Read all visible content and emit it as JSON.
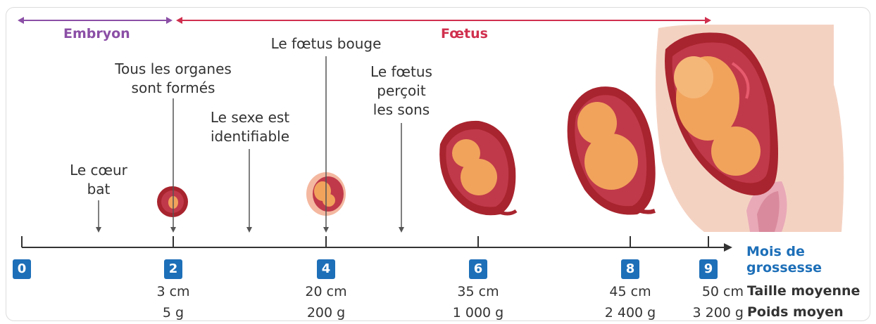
{
  "colors": {
    "embryon": "#8b4fa6",
    "foetus": "#d0304e",
    "axis": "#333333",
    "month_box": "#1d6fb8",
    "axis_title": "#1d6fb8",
    "skin": "#f1a35c",
    "womb": "#a8242e",
    "body_bg": "#f4d2c2"
  },
  "phases": {
    "embryon": "Embryon",
    "foetus": "Fœtus"
  },
  "events": {
    "coeur": [
      "Le cœur",
      "bat"
    ],
    "organes": [
      "Tous les organes",
      "sont formés"
    ],
    "sexe": [
      "Le sexe est",
      "identifiable"
    ],
    "bouge": [
      "Le fœtus bouge"
    ],
    "sons": [
      "Le fœtus",
      "perçoit",
      "les sons"
    ]
  },
  "axis": {
    "title_line1": "Mois de",
    "title_line2": "grossesse",
    "months": [
      "0",
      "2",
      "4",
      "6",
      "8",
      "9"
    ]
  },
  "measures": {
    "sizes": [
      "3 cm",
      "20 cm",
      "35 cm",
      "45 cm",
      "50 cm"
    ],
    "weights": [
      "5 g",
      "200 g",
      "1 000 g",
      "2 400 g",
      "3 200 g"
    ],
    "size_label": "Taille moyenne",
    "weight_label": "Poids moyen"
  },
  "illustrations": [
    "embryo-2-months",
    "foetus-4-months",
    "foetus-6-months",
    "foetus-8-months",
    "foetus-9-months"
  ]
}
